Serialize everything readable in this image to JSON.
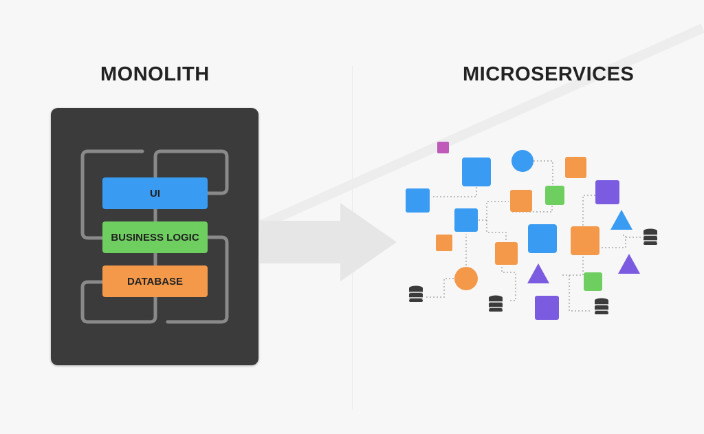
{
  "left": {
    "title": "MONOLITH",
    "layers": [
      {
        "label": "UI",
        "color": "#3a9bf3"
      },
      {
        "label": "BUSINESS LOGIC",
        "color": "#6ece5f"
      },
      {
        "label": "DATABASE",
        "color": "#f4994a"
      }
    ],
    "container_color": "#3b3b3b"
  },
  "transition": {
    "icon": "arrow-right-icon"
  },
  "right": {
    "title": "MICROSERVICES",
    "palette": {
      "blue": "#3a9bf3",
      "orange": "#f4994a",
      "green": "#6ece5f",
      "purple": "#7b5ce0",
      "magenta": "#c05ab8",
      "database": "#3b3b3b"
    },
    "node_types": [
      "square",
      "circle",
      "triangle",
      "database"
    ]
  }
}
